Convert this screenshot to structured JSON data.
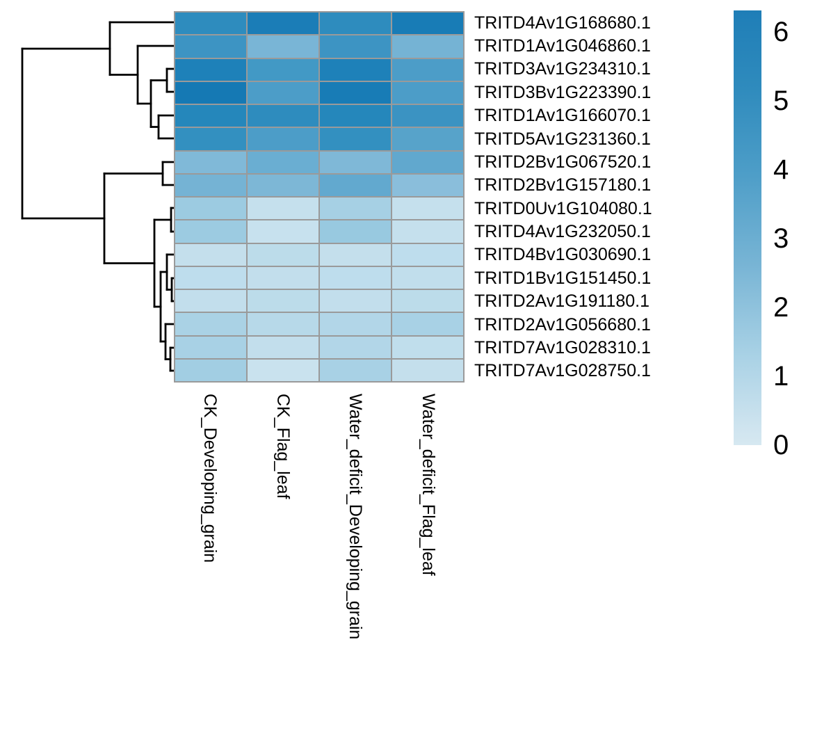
{
  "figure": {
    "kind": "clustered-heatmap",
    "background_color": "#ffffff",
    "gridline_color": "#9a9a9a",
    "dendrogram_color": "#000000",
    "label_color": "#000000"
  },
  "chart_data": {
    "type": "heatmap",
    "title": "",
    "legend_position": "right",
    "rows": [
      "TRITD4Av1G168680.1",
      "TRITD1Av1G046860.1",
      "TRITD3Av1G234310.1",
      "TRITD3Bv1G223390.1",
      "TRITD1Av1G166070.1",
      "TRITD5Av1G231360.1",
      "TRITD2Bv1G067520.1",
      "TRITD2Bv1G157180.1",
      "TRITD0Uv1G104080.1",
      "TRITD4Av1G232050.1",
      "TRITD4Bv1G030690.1",
      "TRITD1Bv1G151450.1",
      "TRITD2Av1G191180.1",
      "TRITD2Av1G056680.1",
      "TRITD7Av1G028310.1",
      "TRITD7Av1G028750.1"
    ],
    "columns": [
      "CK_Developing_grain",
      "CK_Flag_leaf",
      "Water_deficit_Developing_grain",
      "Water_deficit_Flag_leaf"
    ],
    "values": [
      [
        5.1,
        6.0,
        5.1,
        6.1
      ],
      [
        4.6,
        2.7,
        4.6,
        2.8
      ],
      [
        5.9,
        4.4,
        5.9,
        4.1
      ],
      [
        6.2,
        4.1,
        6.1,
        4.1
      ],
      [
        5.5,
        5.1,
        5.5,
        4.6
      ],
      [
        4.9,
        4.1,
        4.9,
        3.8
      ],
      [
        2.5,
        3.1,
        2.5,
        3.4
      ],
      [
        2.8,
        2.6,
        3.3,
        2.2
      ],
      [
        1.8,
        0.7,
        1.5,
        0.7
      ],
      [
        1.8,
        0.6,
        1.9,
        0.7
      ],
      [
        0.7,
        1.0,
        0.7,
        0.9
      ],
      [
        0.9,
        0.8,
        0.9,
        0.8
      ],
      [
        0.8,
        1.0,
        0.8,
        1.0
      ],
      [
        1.4,
        1.1,
        1.2,
        1.5
      ],
      [
        1.5,
        0.8,
        1.2,
        0.9
      ],
      [
        1.6,
        0.6,
        1.5,
        0.7
      ]
    ],
    "cell_colors": [
      [
        "#2e8cbe",
        "#1b7db7",
        "#2e8cbe",
        "#187cb6"
      ],
      [
        "#3d94c3",
        "#79b5d6",
        "#3d94c3",
        "#75b3d4"
      ],
      [
        "#1e81b9",
        "#4299c5",
        "#1e81b9",
        "#4c9dc8"
      ],
      [
        "#1579b4",
        "#4c9dc8",
        "#187cb6",
        "#4c9dc8"
      ],
      [
        "#2587bb",
        "#2e8cbe",
        "#2587bb",
        "#3b93c2"
      ],
      [
        "#3390c0",
        "#4c9dc8",
        "#3390c0",
        "#57a3ca"
      ],
      [
        "#80b9d8",
        "#6aaed2",
        "#7fb8d7",
        "#61a8ce"
      ],
      [
        "#75b3d4",
        "#7db7d6",
        "#62a9cf",
        "#8abedb"
      ],
      [
        "#9ccbe1",
        "#c5e0ed",
        "#a6d0e4",
        "#c5e0ed"
      ],
      [
        "#9ccbe1",
        "#c7e1ee",
        "#98c9e0",
        "#c5e0ed"
      ],
      [
        "#c4dfec",
        "#bcdcea",
        "#c4dfec",
        "#bedded"
      ],
      [
        "#bedded",
        "#c2deec",
        "#bedded",
        "#c1deec"
      ],
      [
        "#c2deec",
        "#bcdcea",
        "#c2deec",
        "#bcdcea"
      ],
      [
        "#aad2e5",
        "#b7d9e9",
        "#b2d6e8",
        "#a8d1e5"
      ],
      [
        "#a8d1e5",
        "#c2deec",
        "#b2d6e8",
        "#c0deec"
      ],
      [
        "#a2cee3",
        "#c9e2ee",
        "#a8d1e5",
        "#c4dfec"
      ]
    ],
    "colorbar": {
      "min": 0,
      "max": 6.31,
      "ticks": [
        6,
        5,
        4,
        3,
        2,
        1,
        0
      ],
      "gradient_stops": [
        {
          "pos": 0,
          "color": "#1f7eb7"
        },
        {
          "pos": 18,
          "color": "#2f8bbd"
        },
        {
          "pos": 38,
          "color": "#4e9ec8"
        },
        {
          "pos": 59,
          "color": "#79b5d5"
        },
        {
          "pos": 79,
          "color": "#a8d1e5"
        },
        {
          "pos": 96,
          "color": "#cfe4ef"
        },
        {
          "pos": 100,
          "color": "#d6e8f1"
        }
      ]
    },
    "row_dendrogram_segments": [
      [
        32,
        70,
        32,
        314
      ],
      [
        158,
        32,
        158,
        107.5
      ],
      [
        198,
        66,
        198,
        149
      ],
      [
        217,
        115.5,
        217,
        182.5
      ],
      [
        240,
        99,
        240,
        132
      ],
      [
        228,
        166,
        228,
        199
      ],
      [
        150,
        249.5,
        150,
        378.5
      ],
      [
        234,
        233,
        234,
        266
      ],
      [
        222,
        316,
        222,
        441
      ],
      [
        246,
        299,
        246,
        333
      ],
      [
        231,
        391,
        231,
        491
      ],
      [
        240,
        366,
        240,
        416.5
      ],
      [
        247,
        400,
        247,
        433
      ],
      [
        238,
        466,
        238,
        516.5
      ],
      [
        245,
        500,
        245,
        533
      ],
      [
        158,
        32,
        251,
        32
      ],
      [
        198,
        66,
        251,
        66
      ],
      [
        240,
        99,
        251,
        99
      ],
      [
        240,
        132,
        251,
        132
      ],
      [
        228,
        166,
        251,
        166
      ],
      [
        228,
        199,
        251,
        199
      ],
      [
        234,
        233,
        251,
        233
      ],
      [
        234,
        266,
        251,
        266
      ],
      [
        246,
        299,
        251,
        299
      ],
      [
        246,
        333,
        251,
        333
      ],
      [
        240,
        366,
        251,
        366
      ],
      [
        247,
        400,
        251,
        400
      ],
      [
        247,
        433,
        251,
        433
      ],
      [
        238,
        466,
        251,
        466
      ],
      [
        245,
        500,
        251,
        500
      ],
      [
        245,
        533,
        251,
        533
      ],
      [
        32,
        70,
        158,
        70
      ],
      [
        32,
        314,
        150,
        314
      ],
      [
        158,
        107.5,
        198,
        107.5
      ],
      [
        198,
        149,
        217,
        149
      ],
      [
        217,
        115.5,
        240,
        115.5
      ],
      [
        217,
        182.5,
        228,
        182.5
      ],
      [
        150,
        249.5,
        234,
        249.5
      ],
      [
        150,
        378.5,
        222,
        378.5
      ],
      [
        222,
        316,
        246,
        316
      ],
      [
        222,
        441,
        231,
        441
      ],
      [
        231,
        391,
        240,
        391
      ],
      [
        231,
        491,
        238,
        491
      ],
      [
        240,
        416.5,
        247,
        416.5
      ],
      [
        238,
        516.5,
        245,
        516.5
      ]
    ]
  }
}
